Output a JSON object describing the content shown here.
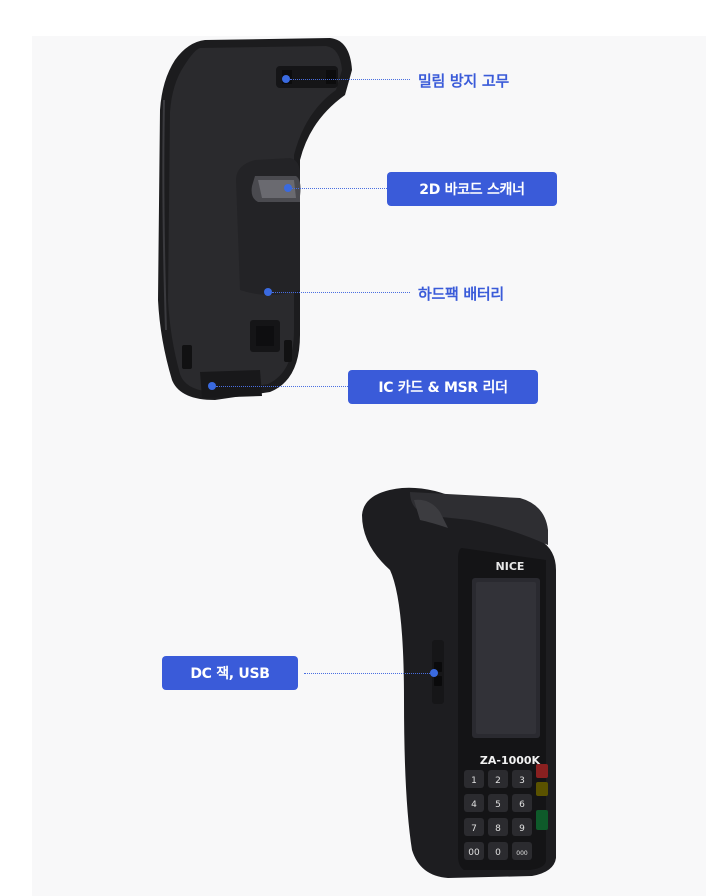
{
  "callouts": {
    "anti_slip": "밀림 방지 고무",
    "scanner": "2D 바코드 스캐너",
    "battery": "하드팩 배터리",
    "card_reader": "IC 카드 & MSR 리더",
    "dc_usb": "DC 잭, USB"
  },
  "device": {
    "brand": "NICE",
    "model": "ZA-1000K"
  },
  "keypad": {
    "keys": [
      "1",
      "2",
      "3",
      "4",
      "5",
      "6",
      "7",
      "8",
      "9",
      "00",
      "0",
      "000"
    ]
  },
  "colors": {
    "accent": "#3a5bd9",
    "device_body": "#1f1f21",
    "panel_bg": "#f8f8f9"
  }
}
